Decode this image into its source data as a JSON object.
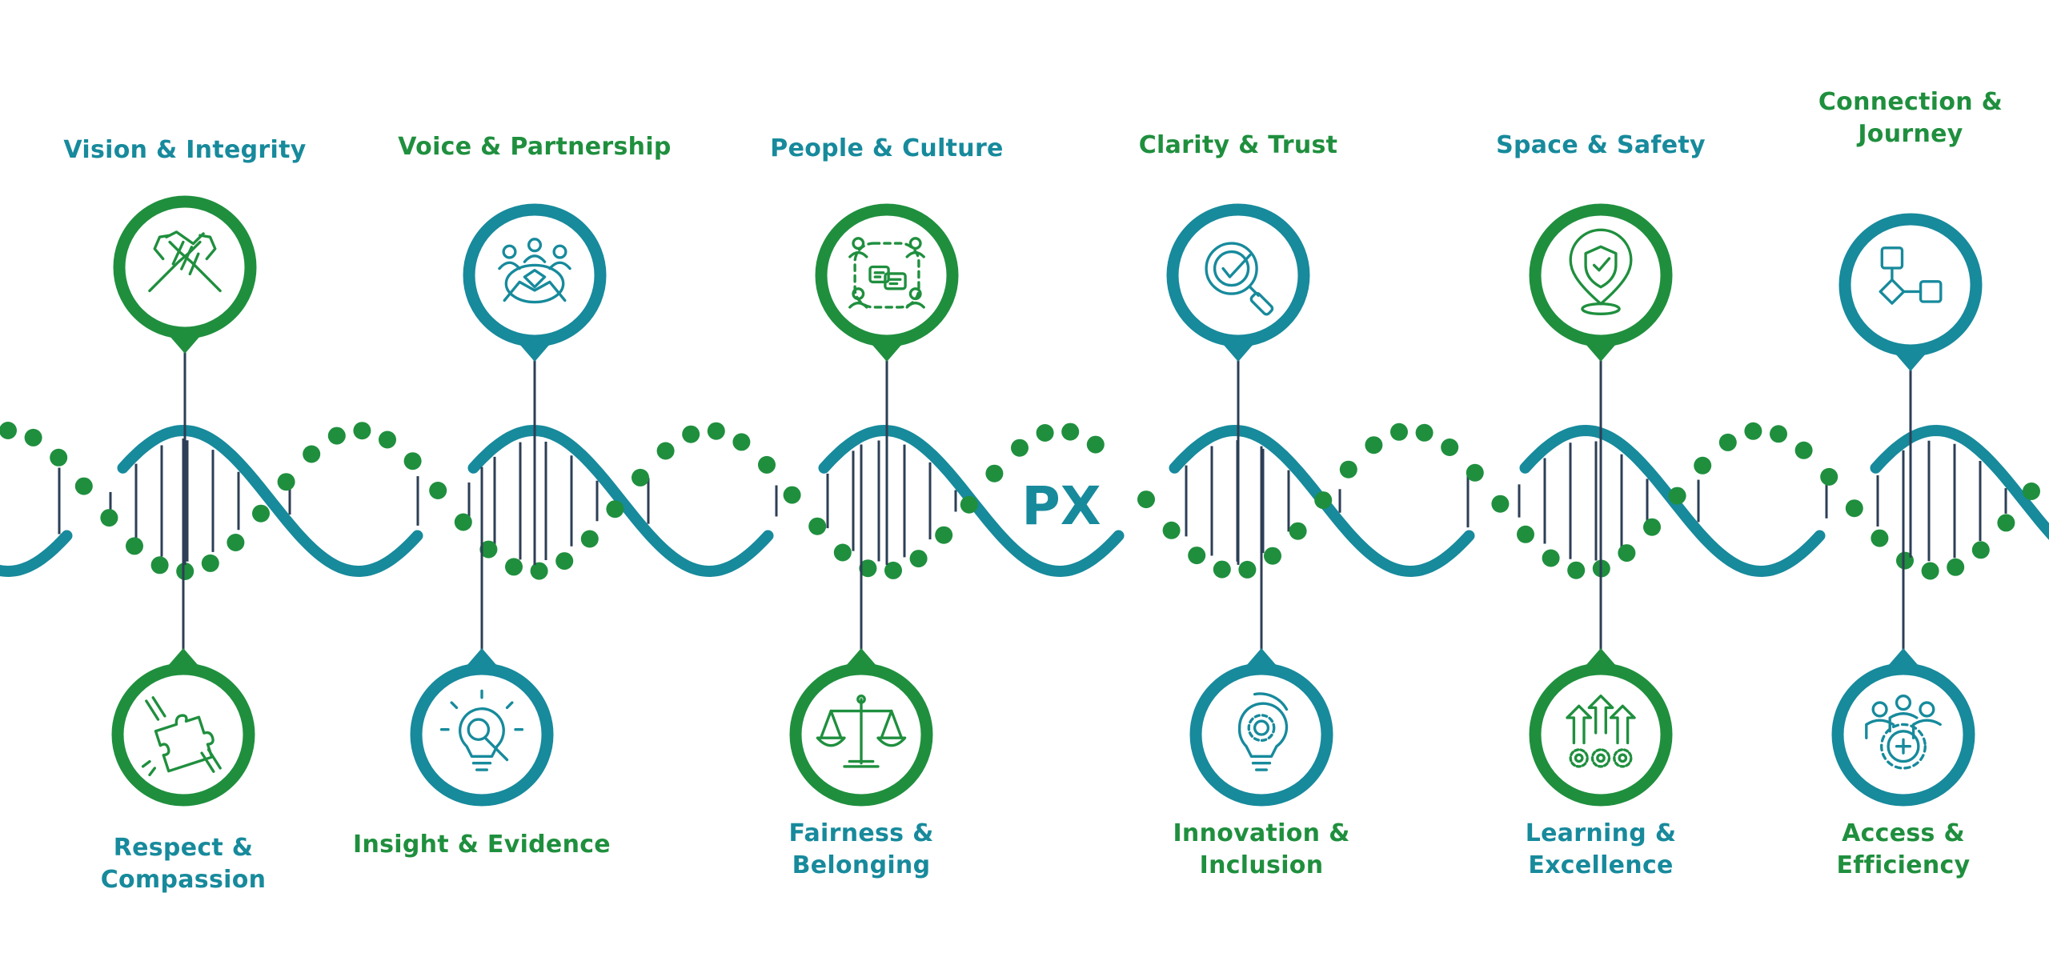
{
  "colors": {
    "green": "#1f8f3e",
    "teal": "#178a9c",
    "line": "#2d3f56"
  },
  "center_label": "PX",
  "top_nodes": [
    {
      "lines": [
        "Vision & Integrity"
      ],
      "icon": "handshake-icon",
      "ring": "green",
      "text": "teal"
    },
    {
      "lines": [
        "Voice & Partnership"
      ],
      "icon": "team-collaboration-icon",
      "ring": "teal",
      "text": "green"
    },
    {
      "lines": [
        "People & Culture"
      ],
      "icon": "people-chat-icon",
      "ring": "green",
      "text": "teal"
    },
    {
      "lines": [
        "Clarity & Trust"
      ],
      "icon": "magnifier-check-icon",
      "ring": "teal",
      "text": "green"
    },
    {
      "lines": [
        "Space & Safety"
      ],
      "icon": "shield-location-icon",
      "ring": "green",
      "text": "teal"
    },
    {
      "lines": [
        "Connection  &",
        "Journey"
      ],
      "icon": "flowchart-icon",
      "ring": "teal",
      "text": "green"
    }
  ],
  "bottom_nodes": [
    {
      "lines": [
        "Respect &",
        "Compassion"
      ],
      "icon": "puzzle-hands-icon",
      "ring": "green",
      "text": "teal"
    },
    {
      "lines": [
        "Insight & Evidence"
      ],
      "icon": "lightbulb-search-icon",
      "ring": "teal",
      "text": "green"
    },
    {
      "lines": [
        "Fairness &",
        "Belonging"
      ],
      "icon": "balance-scale-icon",
      "ring": "green",
      "text": "teal"
    },
    {
      "lines": [
        "Innovation &",
        "Inclusion"
      ],
      "icon": "lightbulb-gear-icon",
      "ring": "teal",
      "text": "green"
    },
    {
      "lines": [
        "Learning &",
        "Excellence"
      ],
      "icon": "growth-arrows-gears-icon",
      "ring": "green",
      "text": "teal"
    },
    {
      "lines": [
        "Access &",
        "Efficiency"
      ],
      "icon": "group-medical-icon",
      "ring": "teal",
      "text": "green"
    }
  ]
}
